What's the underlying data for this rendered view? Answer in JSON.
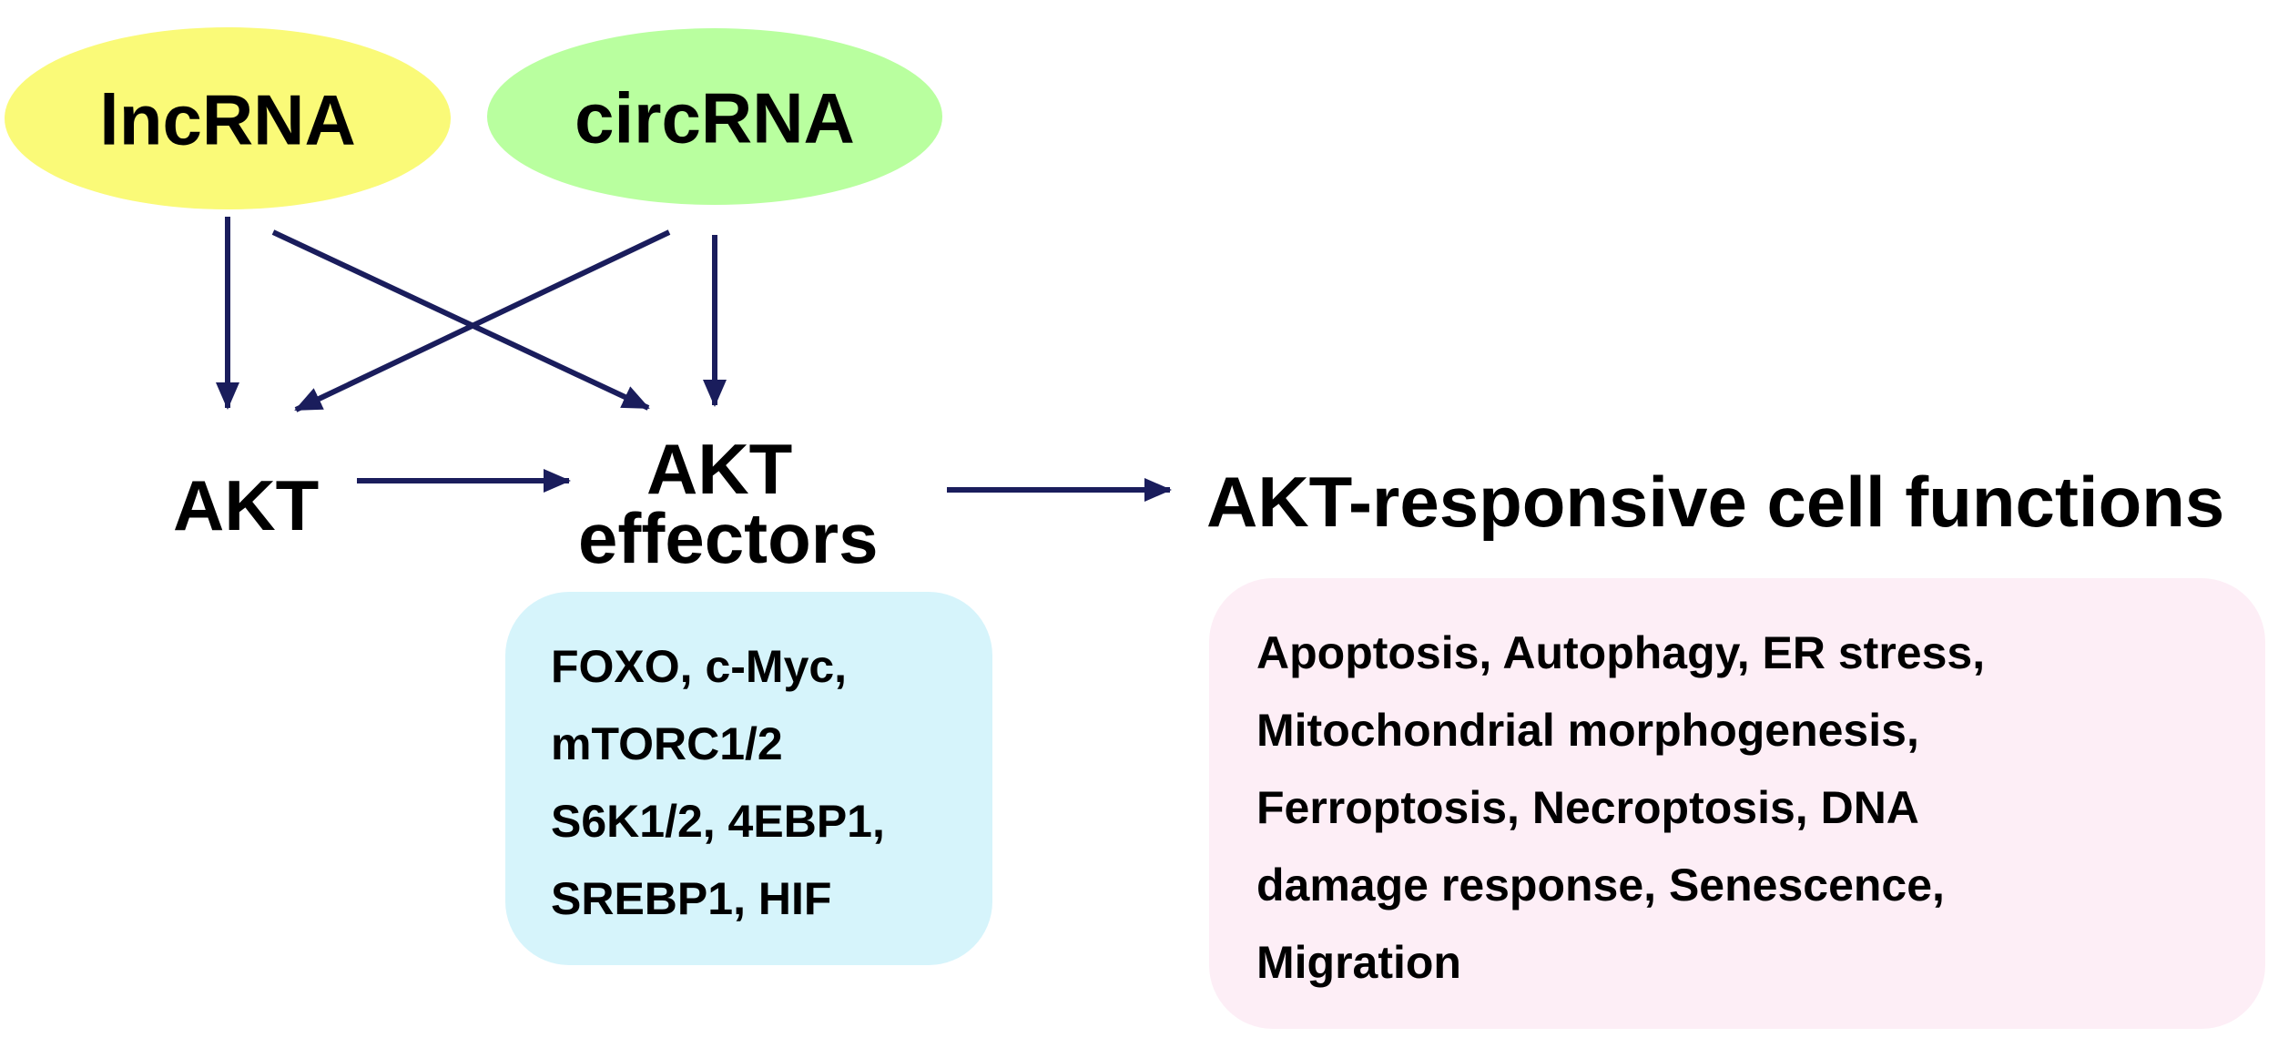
{
  "nodes": {
    "lncrna": {
      "label": "lncRNA",
      "fill": "#fafa78"
    },
    "circrna": {
      "label": "circRNA",
      "fill": "#b9ff9f"
    },
    "akt": {
      "label": "AKT"
    },
    "akt_effectors": {
      "line1": "AKT",
      "line2": "effectors"
    },
    "akt_functions": {
      "label": "AKT-responsive cell functions"
    }
  },
  "effectors_box": {
    "fill": "#d6f4fb",
    "lines": [
      "FOXO, c-Myc,",
      "mTORC1/2",
      "S6K1/2, 4EBP1,",
      "SREBP1, HIF"
    ]
  },
  "functions_box": {
    "fill": "#fdeef6",
    "lines": [
      "Apoptosis, Autophagy, ER stress,",
      "Mitochondrial morphogenesis,",
      "Ferroptosis, Necroptosis, DNA",
      "damage response, Senescence,",
      "Migration"
    ]
  },
  "edges": [
    {
      "from": "lncRNA",
      "to": "AKT"
    },
    {
      "from": "lncRNA",
      "to": "AKT effectors"
    },
    {
      "from": "circRNA",
      "to": "AKT"
    },
    {
      "from": "circRNA",
      "to": "AKT effectors"
    },
    {
      "from": "AKT",
      "to": "AKT effectors"
    },
    {
      "from": "AKT effectors",
      "to": "AKT-responsive cell functions"
    }
  ],
  "colors": {
    "arrow": "#1a1d5c",
    "text": "#000000"
  }
}
